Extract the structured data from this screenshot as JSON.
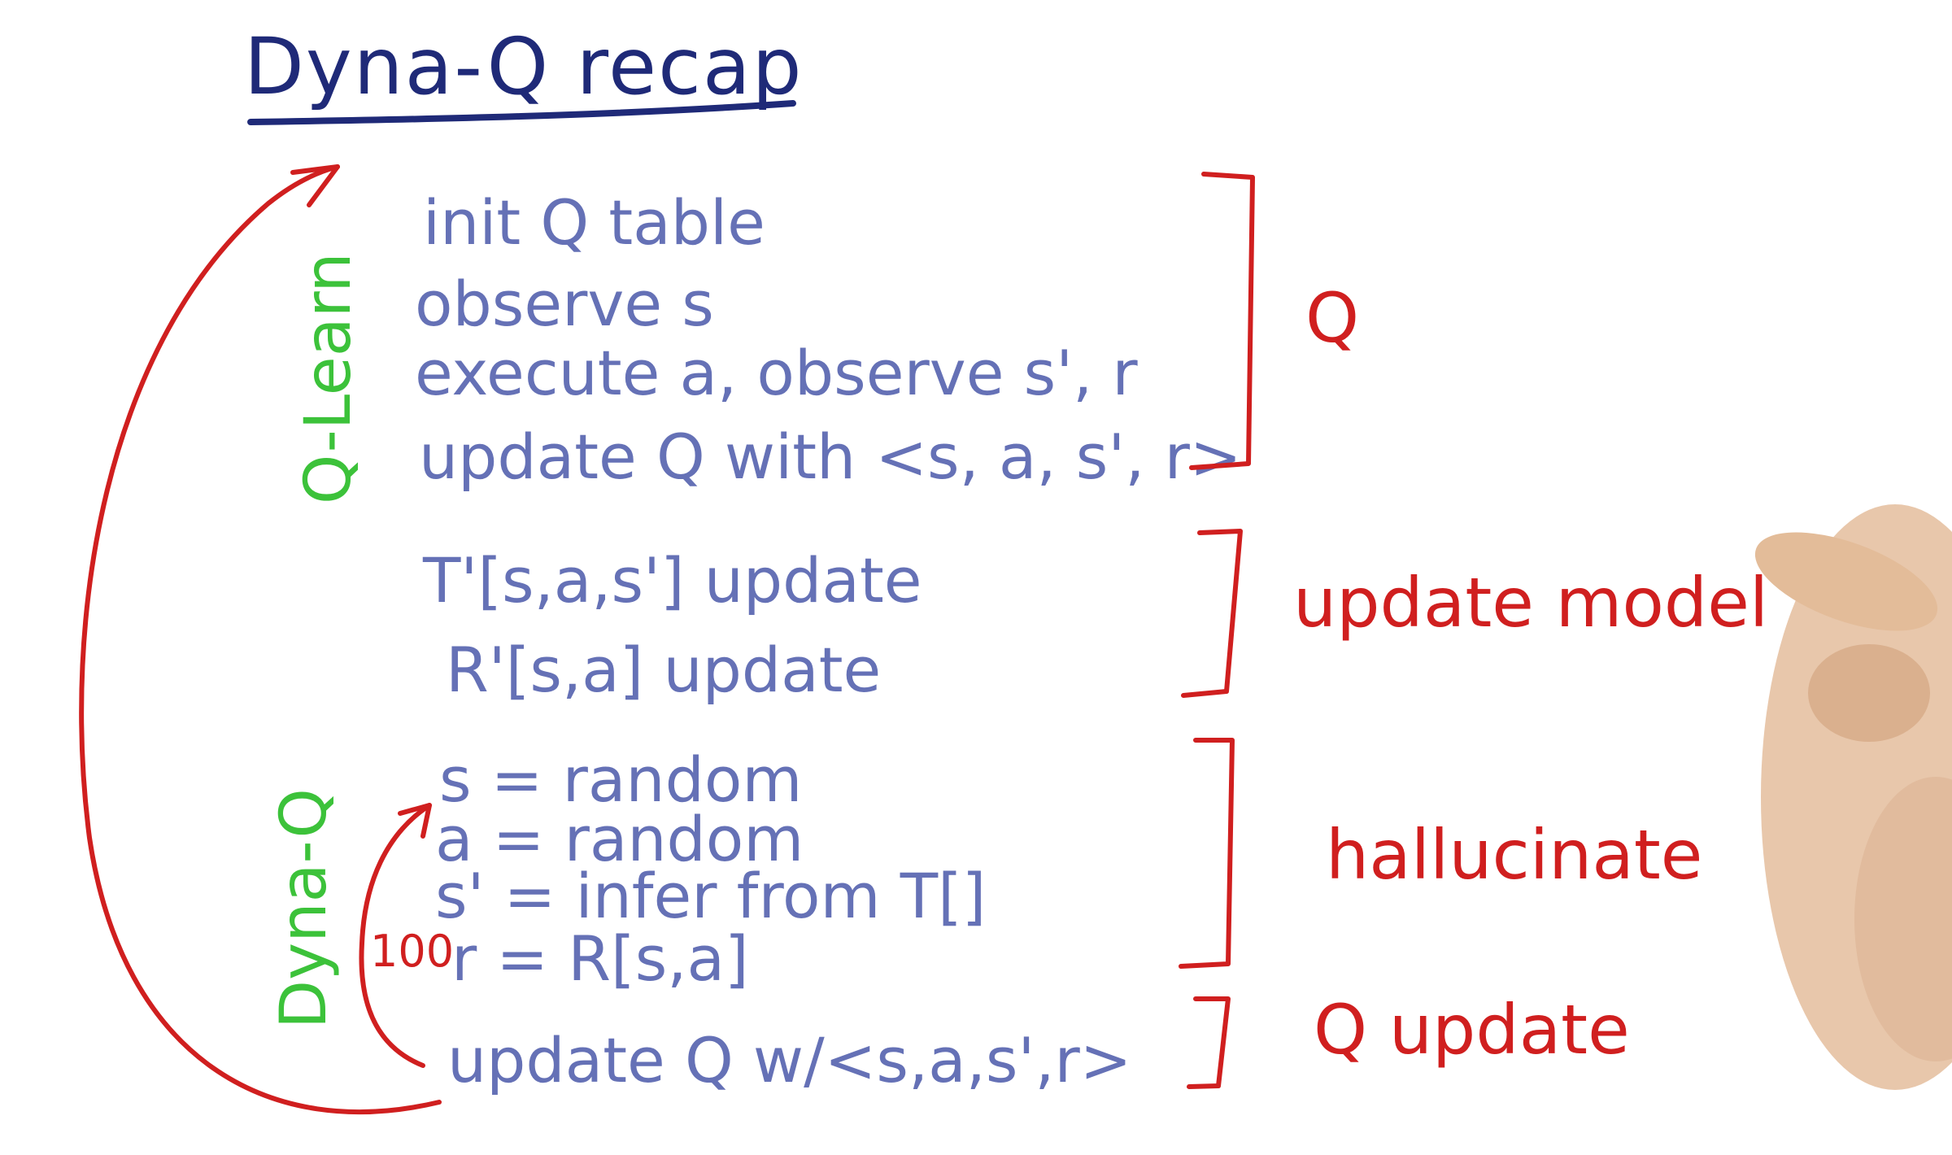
{
  "title": "Dyna-Q recap",
  "labels": {
    "q_learn": "Q-Learn",
    "dyna_q": "Dyna-Q",
    "loop_count": "100"
  },
  "steps": {
    "init": "init Q table",
    "observe": "observe s",
    "execute": "execute a, observe s', r",
    "update_q": "update Q with <s, a, s', r>",
    "t_update": "T'[s,a,s'] update",
    "r_update": "R'[s,a]  update",
    "s_random": "s = random",
    "a_random": "a = random",
    "s_prime": "s' = infer from T[]",
    "r_assign": "r = R[s,a]",
    "q_update_final": "update Q w/<s,a,s',r>"
  },
  "brackets": {
    "q": "Q",
    "update_model": "update model",
    "hallucinate": "hallucinate",
    "q_update": "Q update"
  },
  "colors": {
    "title": "#1f2a78",
    "step_text": "#6571b6",
    "bracket": "#d01f1f",
    "side_label": "#3cc23a",
    "hand": "#e7c4a6"
  }
}
